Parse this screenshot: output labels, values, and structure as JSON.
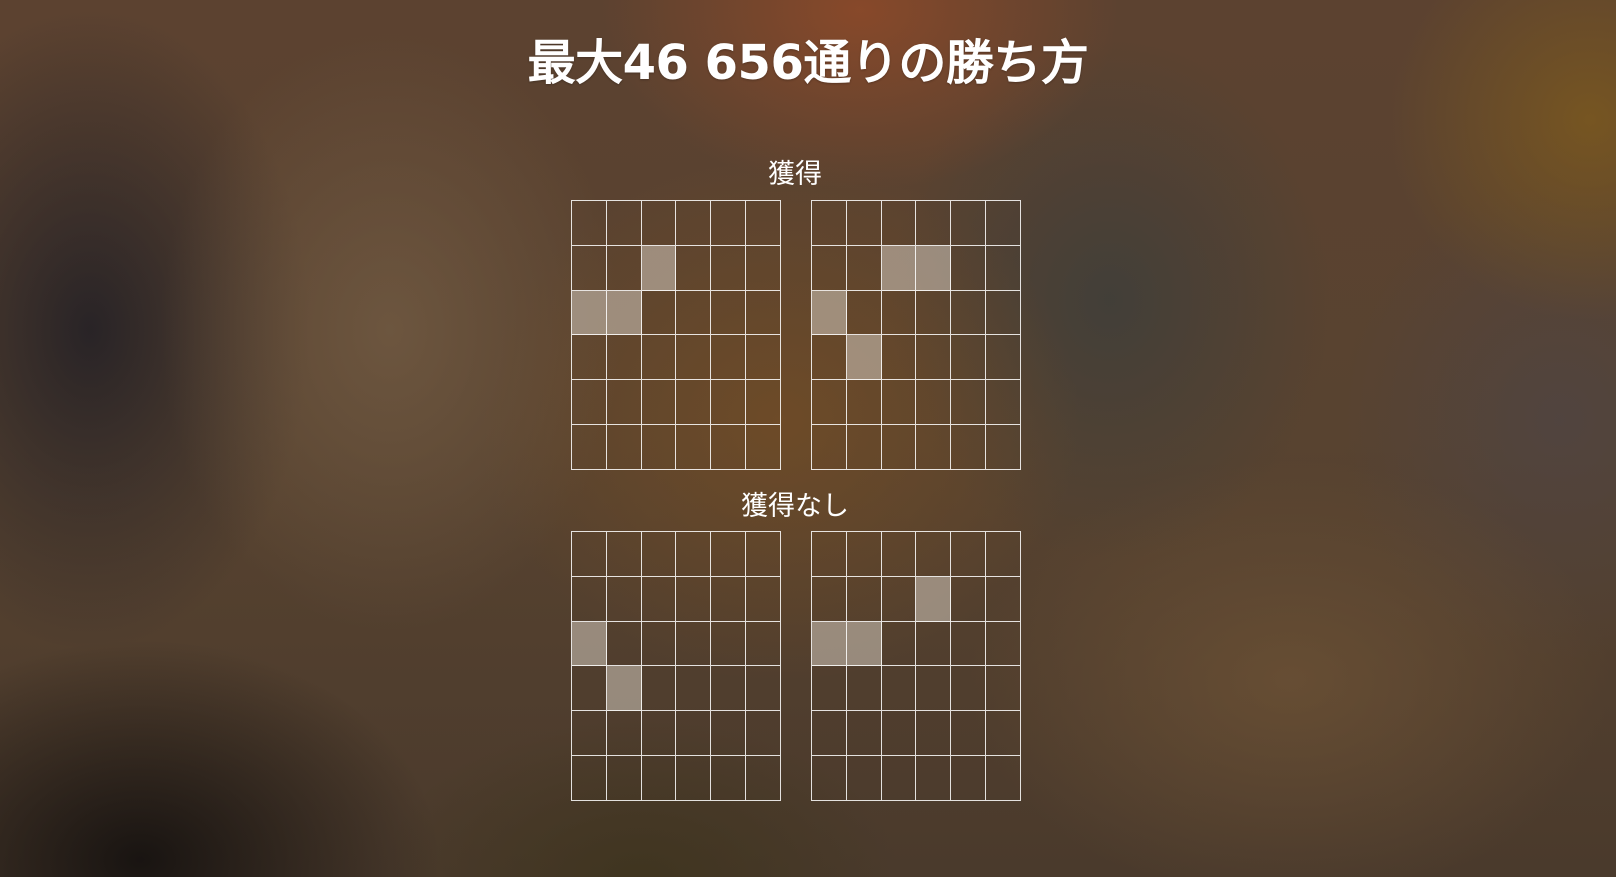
{
  "title": "最大46 656通りの勝ち方",
  "sections": [
    {
      "label": "獲得",
      "grids": [
        {
          "highlighted": [
            [
              1,
              2
            ],
            [
              2,
              0
            ],
            [
              2,
              1
            ]
          ]
        },
        {
          "highlighted": [
            [
              1,
              2
            ],
            [
              1,
              3
            ],
            [
              2,
              0
            ],
            [
              3,
              1
            ]
          ]
        }
      ]
    },
    {
      "label": "獲得なし",
      "grids": [
        {
          "highlighted": [
            [
              2,
              0
            ],
            [
              3,
              1
            ]
          ]
        },
        {
          "highlighted": [
            [
              1,
              3
            ],
            [
              2,
              0
            ],
            [
              2,
              1
            ]
          ]
        }
      ]
    }
  ],
  "grid_size": {
    "rows": 6,
    "cols": 6
  },
  "colors": {
    "highlight": "#d2c8be",
    "grid_line": "#ffffff",
    "text": "#ffffff"
  }
}
